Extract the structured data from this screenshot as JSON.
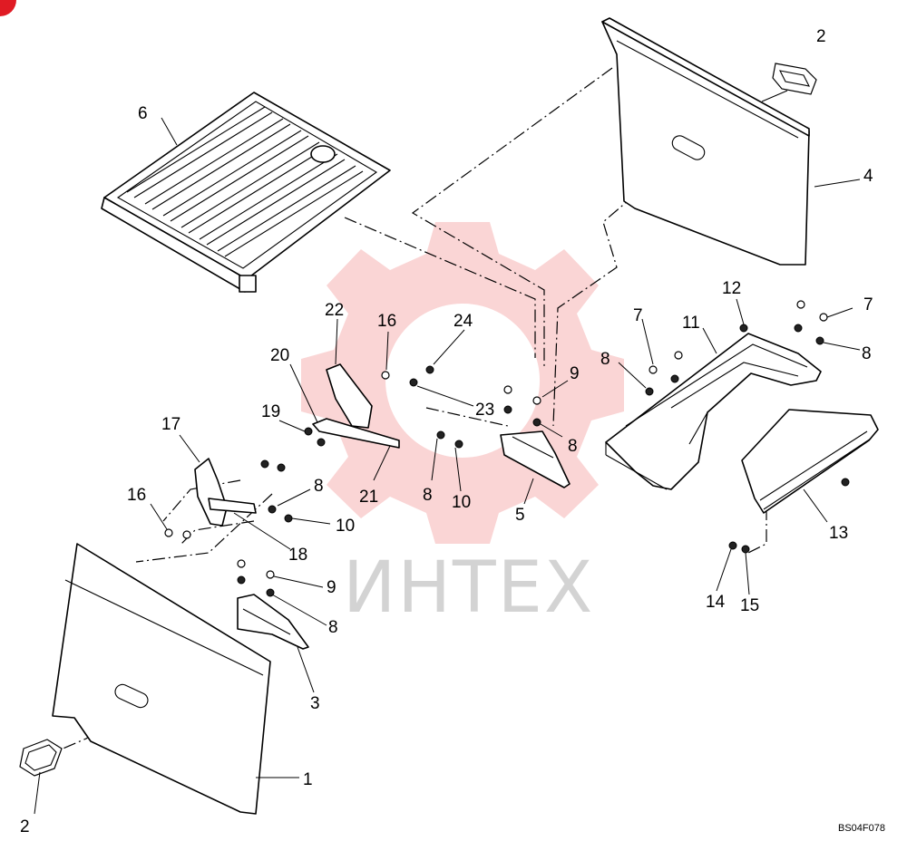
{
  "diagram": {
    "watermark_text": "ИНТЕХ",
    "drawing_code": "BS04F078",
    "callouts": [
      {
        "id": "c2a",
        "label": "2"
      },
      {
        "id": "c6",
        "label": "6"
      },
      {
        "id": "c4",
        "label": "4"
      },
      {
        "id": "c22",
        "label": "22"
      },
      {
        "id": "c16a",
        "label": "16"
      },
      {
        "id": "c24",
        "label": "24"
      },
      {
        "id": "c9a",
        "label": "9"
      },
      {
        "id": "c7a",
        "label": "7"
      },
      {
        "id": "c11",
        "label": "11"
      },
      {
        "id": "c12",
        "label": "12"
      },
      {
        "id": "c7b",
        "label": "7"
      },
      {
        "id": "c8a",
        "label": "8"
      },
      {
        "id": "c8b",
        "label": "8"
      },
      {
        "id": "c20",
        "label": "20"
      },
      {
        "id": "c23",
        "label": "23"
      },
      {
        "id": "c8c",
        "label": "8"
      },
      {
        "id": "c19",
        "label": "19"
      },
      {
        "id": "c17",
        "label": "17"
      },
      {
        "id": "c21",
        "label": "21"
      },
      {
        "id": "c8d",
        "label": "8"
      },
      {
        "id": "c10a",
        "label": "10"
      },
      {
        "id": "c5",
        "label": "5"
      },
      {
        "id": "c16b",
        "label": "16"
      },
      {
        "id": "c8e",
        "label": "8"
      },
      {
        "id": "c10b",
        "label": "10"
      },
      {
        "id": "c18",
        "label": "18"
      },
      {
        "id": "c13",
        "label": "13"
      },
      {
        "id": "c9b",
        "label": "9"
      },
      {
        "id": "c8f",
        "label": "8"
      },
      {
        "id": "c14",
        "label": "14"
      },
      {
        "id": "c15",
        "label": "15"
      },
      {
        "id": "c3",
        "label": "3"
      },
      {
        "id": "c1",
        "label": "1"
      },
      {
        "id": "c2b",
        "label": "2"
      }
    ]
  }
}
